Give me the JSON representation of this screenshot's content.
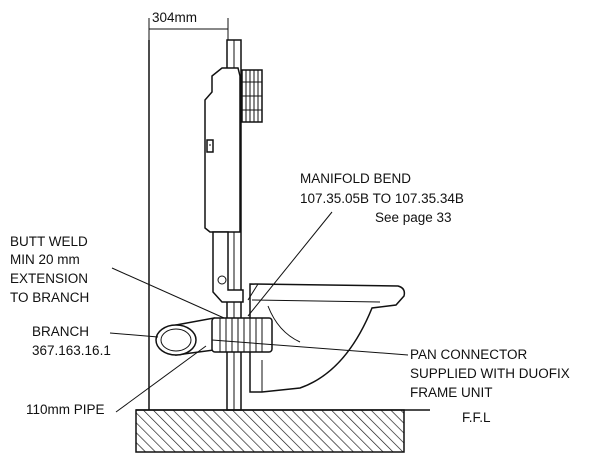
{
  "dimension": {
    "width_label": "304mm"
  },
  "labels": {
    "manifold_bend": {
      "line1": "MANIFOLD BEND",
      "line2": "107.35.05B TO 107.35.34B",
      "line3": "See page 33"
    },
    "butt_weld": {
      "line1": "BUTT WELD",
      "line2": "MIN 20 mm",
      "line3": "EXTENSION",
      "line4": "TO BRANCH"
    },
    "branch": {
      "line1": "BRANCH",
      "line2": "367.163.16.1"
    },
    "pipe": {
      "line1": "110mm PIPE"
    },
    "pan_connector": {
      "line1": "PAN CONNECTOR",
      "line2": "SUPPLIED WITH DUOFIX",
      "line3": "FRAME UNIT"
    },
    "floor": {
      "line1": "F.F.L"
    }
  },
  "colors": {
    "ink": "#111111",
    "paper": "#ffffff"
  }
}
